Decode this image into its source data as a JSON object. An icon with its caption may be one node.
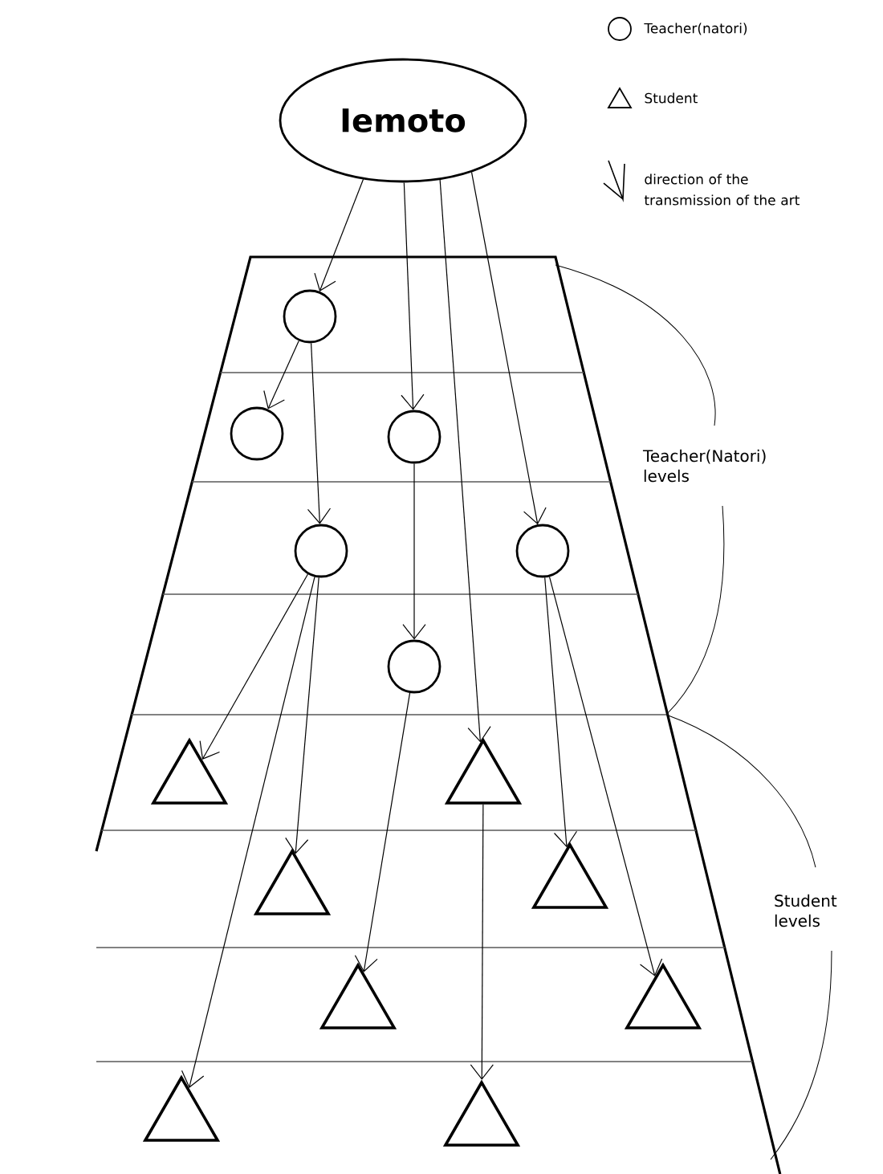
{
  "diagram": {
    "nodes": [
      {
        "text": [
          "Iemoto"
        ]
      },
      {
        "text": [],
        "shape": "circle"
      },
      {
        "text": [],
        "shape": "circle"
      },
      {
        "text": [],
        "shape": "circle"
      },
      {
        "text": [],
        "shape": "circle"
      },
      {
        "text": [],
        "shape": "circle"
      },
      {
        "text": [],
        "shape": "circle"
      },
      {
        "text": [],
        "shape": "triangle"
      },
      {
        "text": [],
        "shape": "triangle"
      },
      {
        "text": [],
        "shape": "triangle"
      },
      {
        "text": [],
        "shape": "triangle"
      },
      {
        "text": [],
        "shape": "triangle"
      },
      {
        "text": [],
        "shape": "triangle"
      },
      {
        "text": [],
        "shape": "triangle"
      },
      {
        "text": [],
        "shape": "triangle"
      }
    ],
    "edges": [
      {
        "from": 0,
        "to": 1,
        "arrow": "to"
      },
      {
        "from": 0,
        "to": 3,
        "arrow": "to"
      },
      {
        "from": 0,
        "to": 8,
        "arrow": "to"
      },
      {
        "from": 0,
        "to": 5,
        "arrow": "to"
      },
      {
        "from": 1,
        "to": 2,
        "arrow": "to"
      },
      {
        "from": 1,
        "to": 4,
        "arrow": "to"
      },
      {
        "from": 3,
        "to": 6,
        "arrow": "to"
      },
      {
        "from": 4,
        "to": 7,
        "arrow": "to"
      },
      {
        "from": 4,
        "to": 9,
        "arrow": "to"
      },
      {
        "from": 4,
        "to": 13,
        "arrow": "to"
      },
      {
        "from": 6,
        "to": 11,
        "arrow": "to"
      },
      {
        "from": 5,
        "to": 10,
        "arrow": "to"
      },
      {
        "from": 5,
        "to": 12,
        "arrow": "to"
      },
      {
        "from": 8,
        "to": 14,
        "arrow": "to"
      }
    ],
    "labels": [
      "Teacher(Natori) levels",
      "Student levels"
    ],
    "legend": [
      {
        "text": "Teacher(natori)"
      },
      {
        "text": "Student"
      },
      {
        "text": "direction of the transmission of the art"
      }
    ]
  }
}
